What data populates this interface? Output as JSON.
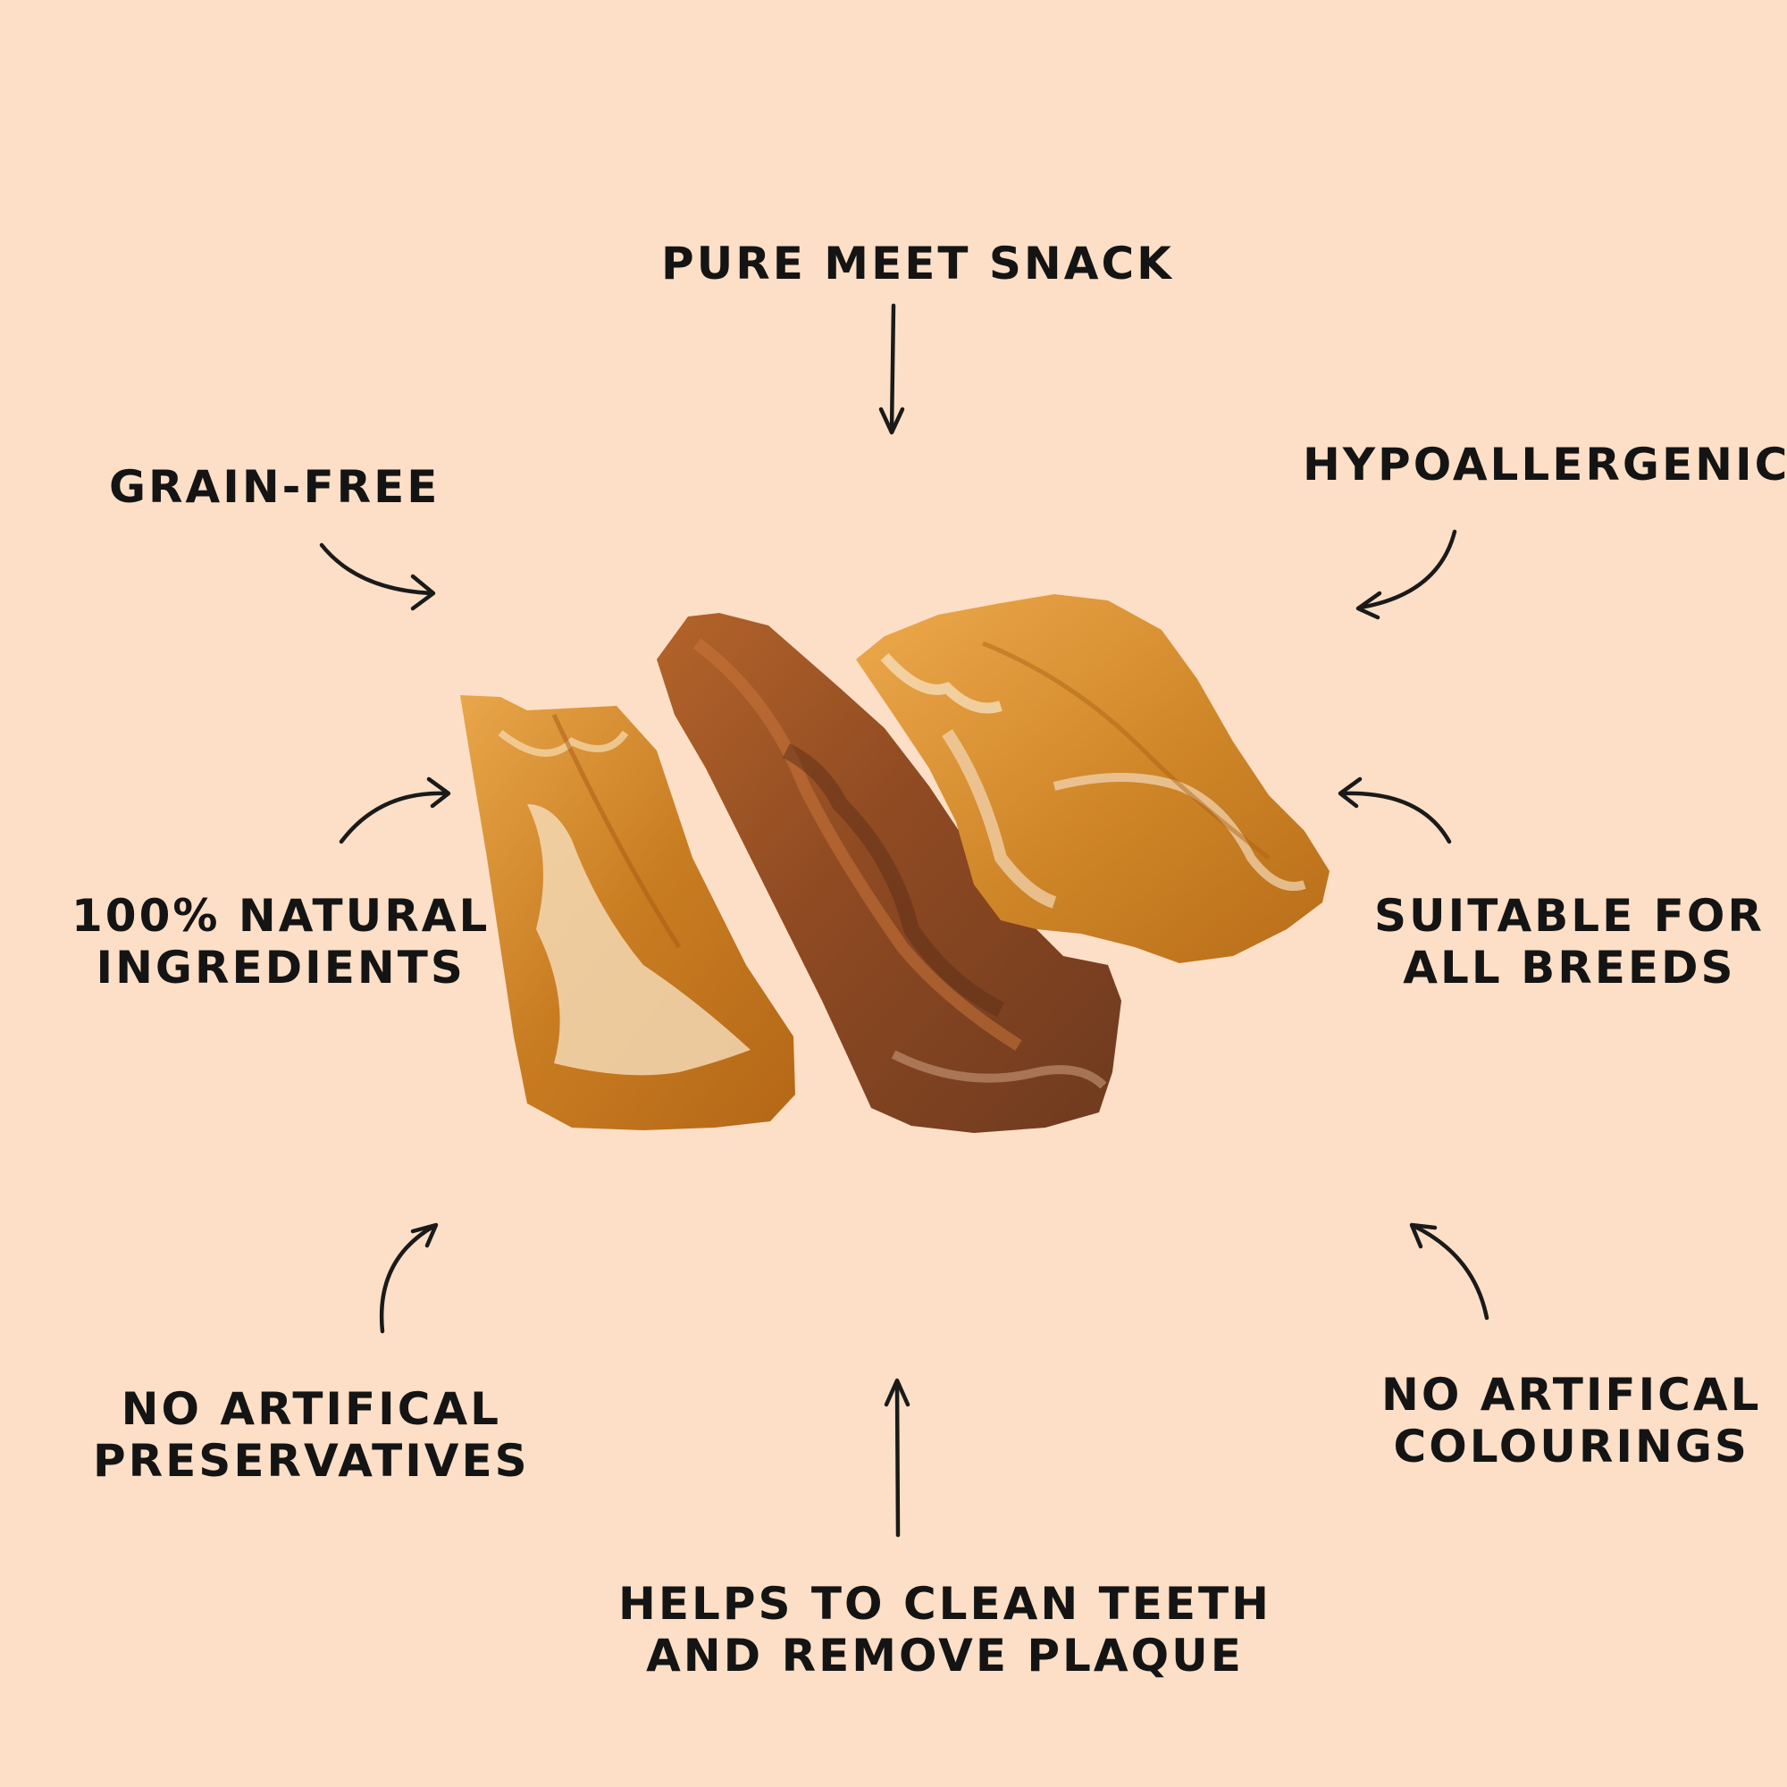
{
  "colors": {
    "background": "#fcdfc6",
    "text": "#141414",
    "arrow": "#1a1a1a"
  },
  "labels": {
    "top": "PURE MEET SNACK",
    "grain_free": "GRAIN-FREE",
    "hypoallergenic": "HYPOALLERGENIC",
    "natural": [
      "100% NATURAL",
      "INGREDIENTS"
    ],
    "breeds": [
      "SUITABLE FOR",
      "ALL BREEDS"
    ],
    "preservatives": [
      "NO ARTIFICAL",
      "PRESERVATIVES"
    ],
    "colourings": [
      "NO ARTIFICAL",
      "COLOURINGS"
    ],
    "teeth": [
      "HELPS TO CLEAN TEETH",
      "AND REMOVE PLAQUE"
    ]
  },
  "icons": {
    "arrow": "hand-drawn-arrow-icon"
  }
}
